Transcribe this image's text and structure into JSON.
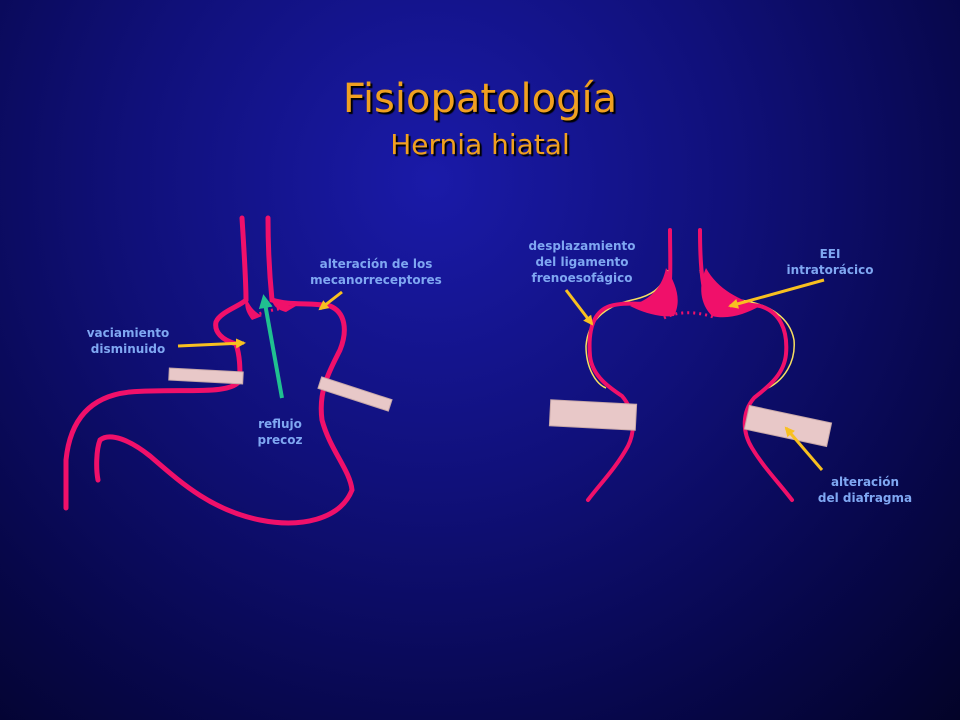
{
  "slide": {
    "title": "Fisiopatología",
    "subtitle": "Hernia hiatal"
  },
  "left_diagram": {
    "labels": {
      "mechanoreceptors": "alteración de los\nmecanorreceptores",
      "emptying": "vaciamiento\ndisminuido",
      "reflux": "reflujo\nprecoz"
    }
  },
  "right_diagram": {
    "labels": {
      "ligament": "desplazamiento\ndel ligamento\nfrenoesofágico",
      "les": "EEI\nintratorácico",
      "diaphragm": "alteración\ndel diafragma"
    }
  },
  "colors": {
    "organ_wall": "#f0106a",
    "arrow": "#f8c020",
    "reflux_arrow": "#20c090",
    "diaphragm": "#e8c8c8",
    "label": "#7fa7f2",
    "title": "#f0a020"
  }
}
